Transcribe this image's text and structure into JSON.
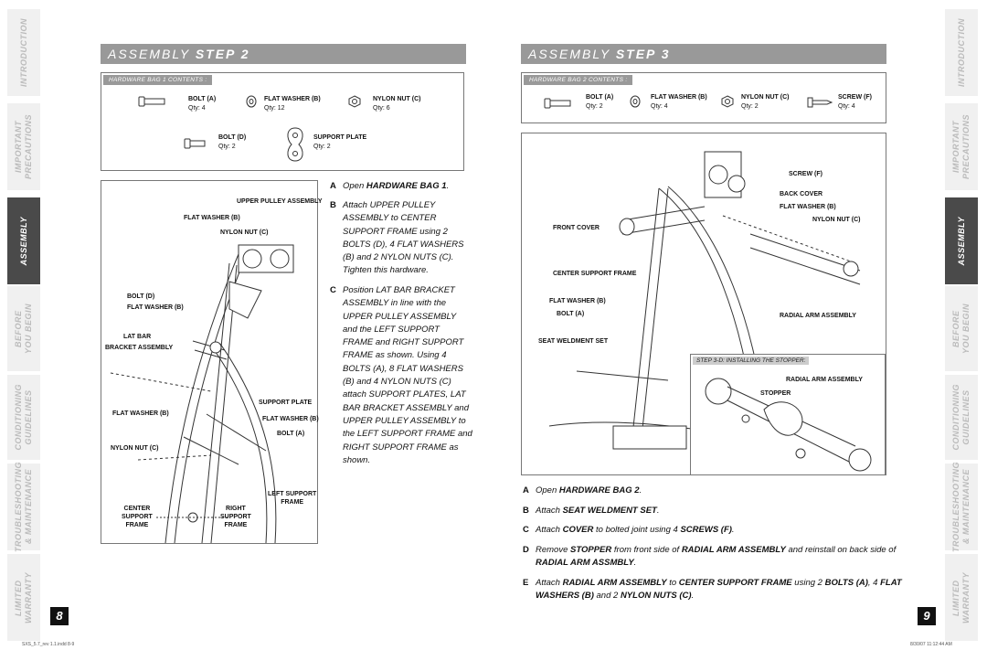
{
  "side_tabs": [
    "INTRODUCTION",
    "IMPORTANT\nPRECAUTIONS",
    "ASSEMBLY",
    "BEFORE\nYOU BEGIN",
    "CONDITIONING\nGUIDELINES",
    "TROUBLESHOOTING\n& MAINTENANCE",
    "LIMITED\nWARRANTY"
  ],
  "active_tab": "ASSEMBLY",
  "left": {
    "banner_prefix": "ASSEMBLY ",
    "banner_step": "STEP 2",
    "hw_label": "HARDWARE BAG 1 CONTENTS :",
    "hw": [
      {
        "name": "BOLT (A)",
        "qty": "Qty: 4"
      },
      {
        "name": "FLAT WASHER (B)",
        "qty": "Qty: 12"
      },
      {
        "name": "NYLON NUT (C)",
        "qty": "Qty: 6"
      },
      {
        "name": "BOLT (D)",
        "qty": "Qty: 2"
      },
      {
        "name": "SUPPORT PLATE",
        "qty": "Qty: 2"
      }
    ],
    "labels": {
      "upper_pulley": "UPPER PULLEY ASSEMBLY",
      "flat_washer_1": "FLAT WASHER (B)",
      "nylon_nut_1": "NYLON NUT (C)",
      "bolt_d": "BOLT (D)",
      "flat_washer_2": "FLAT WASHER (B)",
      "lat_bar": "LAT BAR",
      "bracket": "BRACKET ASSEMBLY",
      "support_plate": "SUPPORT PLATE",
      "flat_washer_3": "FLAT WASHER (B)",
      "flat_washer_4": "FLAT WASHER (B)",
      "bolt_a": "BOLT (A)",
      "nylon_nut_2": "NYLON NUT (C)",
      "left_support_1": "LEFT SUPPORT",
      "left_support_2": "FRAME",
      "center_1": "CENTER",
      "center_2": "SUPPORT",
      "center_3": "FRAME",
      "right_1": "RIGHT",
      "right_2": "SUPPORT",
      "right_3": "FRAME"
    },
    "instr_a": {
      "step": "A",
      "text": "Open ",
      "bold": "HARDWARE BAG 1",
      "end": "."
    },
    "instr_b_lines": [
      "Attach UPPER PULLEY",
      "ASSEMBLY to CENTER",
      "SUPPORT FRAME using 2",
      "BOLTS (D), 4 FLAT WASHERS",
      "(B) and 2 NYLON NUTS (C).",
      "Tighten this hardware."
    ],
    "instr_c_lines": [
      "Position LAT BAR BRACKET",
      "ASSEMBLY in line with the",
      "UPPER PULLEY ASSEMBLY",
      "and the LEFT SUPPORT",
      "FRAME and RIGHT SUPPORT",
      "FRAME as shown. Using 4",
      "BOLTS (A), 8 FLAT WASHERS",
      "(B) and 4 NYLON NUTS (C)",
      "attach SUPPORT PLATES, LAT",
      "BAR BRACKET ASSEMBLY and",
      "UPPER PULLEY ASSEMBLY to",
      "the LEFT SUPPORT FRAME and",
      "RIGHT SUPPORT FRAME as",
      "shown."
    ],
    "page": "8"
  },
  "right": {
    "banner_prefix": "ASSEMBLY ",
    "banner_step": "STEP 3",
    "hw_label": "HARDWARE BAG 2 CONTENTS :",
    "hw": [
      {
        "name": "BOLT (A)",
        "qty": "Qty: 2"
      },
      {
        "name": "FLAT WASHER (B)",
        "qty": "Qty: 4"
      },
      {
        "name": "NYLON NUT (C)",
        "qty": "Qty: 2"
      },
      {
        "name": "SCREW (F)",
        "qty": "Qty: 4"
      }
    ],
    "labels": {
      "screw_f": "SCREW (F)",
      "back_cover": "BACK COVER",
      "flat_washer": "FLAT WASHER (B)",
      "nylon_nut": "NYLON NUT (C)",
      "front_cover": "FRONT COVER",
      "center_support": "CENTER SUPPORT FRAME",
      "flat_washer_2": "FLAT WASHER (B)",
      "bolt_a": "BOLT (A)",
      "radial_arm": "RADIAL ARM ASSEMBLY",
      "seat_weldment": "SEAT WELDMENT SET",
      "inset_title": "STEP 3-D: INSTALLING THE STOPPER:",
      "inset_radial": "RADIAL ARM ASSEMBLY",
      "inset_stopper": "STOPPER"
    },
    "instr": [
      {
        "step": "A",
        "html": "Open <b>HARDWARE BAG 2</b>."
      },
      {
        "step": "B",
        "html": "Attach <b>SEAT WELDMENT SET</b>."
      },
      {
        "step": "C",
        "html": "Attach <b>COVER</b> to bolted joint using 4 <b>SCREWS (F)</b>."
      },
      {
        "step": "D",
        "html": "Remove <b>STOPPER</b> from front side of <b>RADIAL ARM ASSEMBLY</b> and reinstall on back side of<br><b>RADIAL ARM ASSMBLY</b>."
      },
      {
        "step": "E",
        "html": "Attach <b>RADIAL ARM ASSEMBLY</b> to <b>CENTER SUPPORT FRAME</b> using 2 <b>BOLTS (A)</b>, 4 <b>FLAT<br>WASHERS (B)</b> and 2 <b>NYLON NUTS (C)</b>."
      }
    ],
    "page": "9"
  },
  "footer_left": "SXS_5.7_rev 1.1.indd   8-9",
  "footer_right": "8/30/07   11:12:44 AM"
}
